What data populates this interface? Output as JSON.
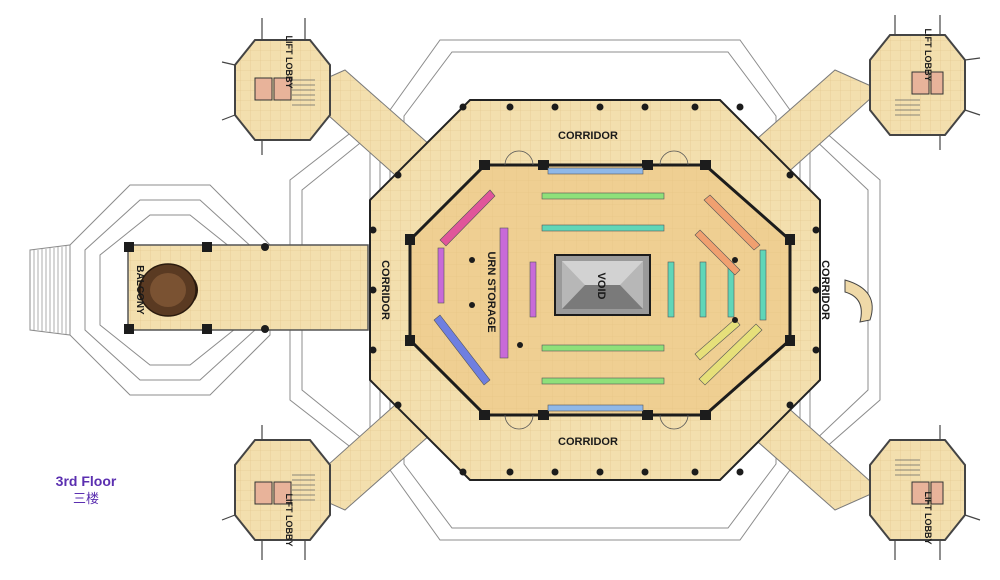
{
  "floor": {
    "title": "3rd Floor",
    "subtitle": "三楼"
  },
  "rooms": {
    "corridor_top": "CORRIDOR",
    "corridor_bottom": "CORRIDOR",
    "corridor_left": "CORRIDOR",
    "corridor_right": "CORRIDOR",
    "urn_storage": "URN STORAGE",
    "void": "VOID",
    "balcony": "BALCONY",
    "lift_lobby_tl": "LIFT LOBBY",
    "lift_lobby_tr": "LIFT LOBBY",
    "lift_lobby_bl": "LIFT LOBBY",
    "lift_lobby_br": "LIFT LOBBY"
  },
  "colors": {
    "floor_fill": "#f3dfae",
    "floor_tile": "#e8c98a",
    "hall_fill": "#f0cf8e",
    "wall": "#1c1c1c",
    "outline": "#8c8c8c",
    "void": "#9a9a9a",
    "shelf_pink": "#e0559a",
    "shelf_magenta": "#c86ad8",
    "shelf_blue": "#6f7fe0",
    "shelf_green": "#8ee07a",
    "shelf_teal": "#5fd6b8",
    "shelf_orange": "#f0a070",
    "shelf_yellow": "#e6e07a",
    "title_purple": "#5b2fb0"
  }
}
